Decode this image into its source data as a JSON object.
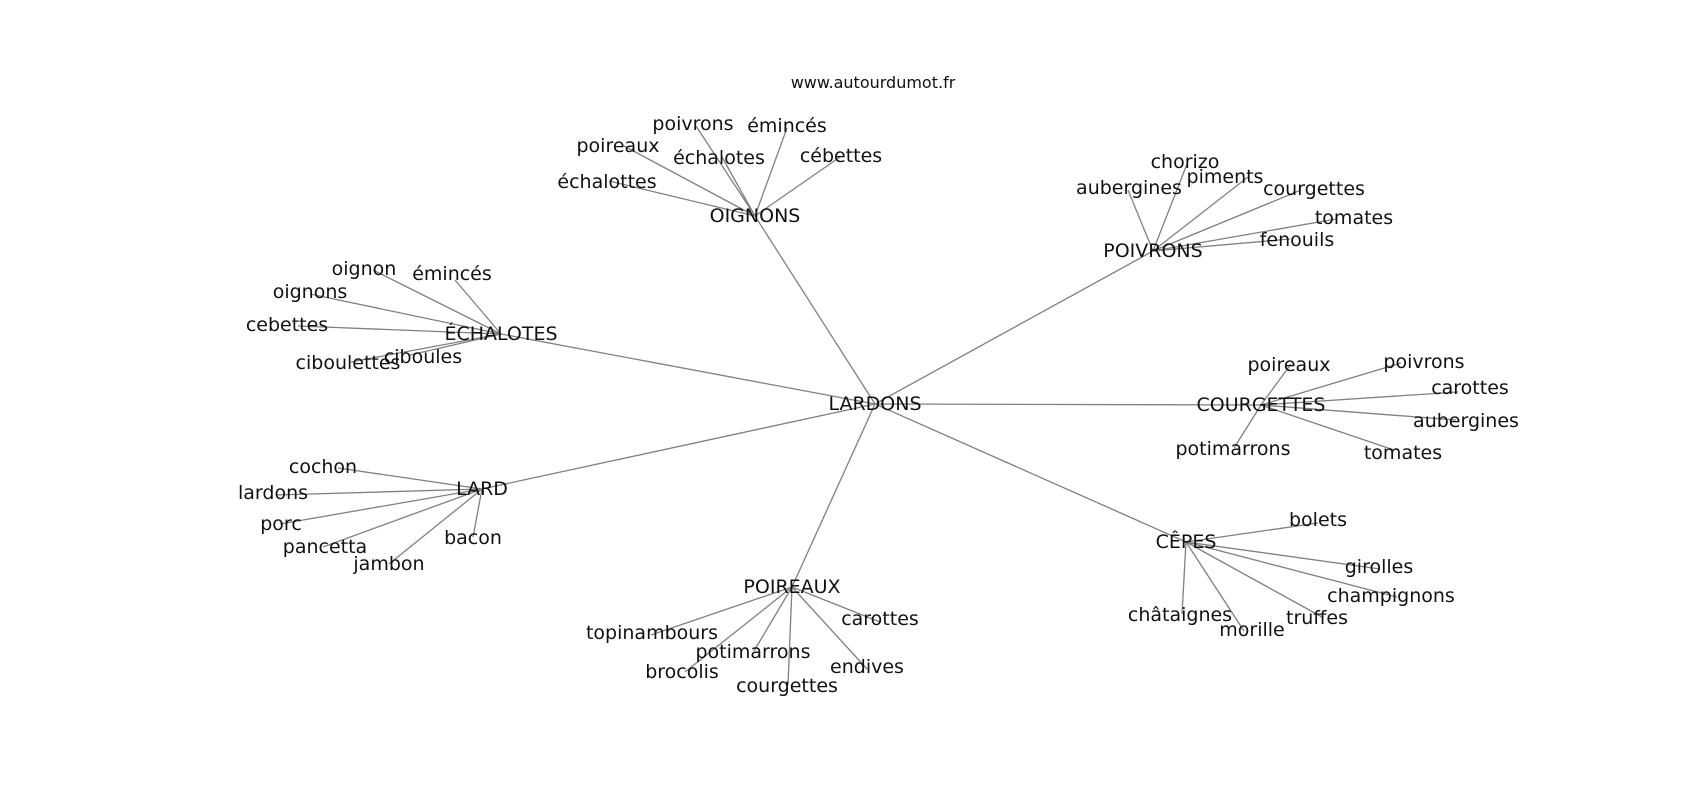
{
  "source": "www.autourdumot.fr",
  "graph": {
    "root": "LARDONS",
    "clusters": [
      {
        "label": "OIGNONS",
        "children": [
          "poivrons",
          "émincés",
          "poireaux",
          "échalotes",
          "cébettes",
          "échalottes"
        ]
      },
      {
        "label": "POIVRONS",
        "children": [
          "chorizo",
          "aubergines",
          "piments",
          "courgettes",
          "tomates",
          "fenouils"
        ]
      },
      {
        "label": "ÉCHALOTES",
        "children": [
          "oignon",
          "émincés",
          "oignons",
          "cebettes",
          "ciboules",
          "ciboulettes"
        ]
      },
      {
        "label": "COURGETTES",
        "children": [
          "poireaux",
          "poivrons",
          "carottes",
          "aubergines",
          "potimarrons",
          "tomates"
        ]
      },
      {
        "label": "LARD",
        "children": [
          "cochon",
          "lardons",
          "porc",
          "pancetta",
          "bacon",
          "jambon"
        ]
      },
      {
        "label": "CÊPES",
        "children": [
          "bolets",
          "girolles",
          "champignons",
          "châtaignes",
          "truffes",
          "morille"
        ]
      },
      {
        "label": "POIREAUX",
        "children": [
          "carottes",
          "topinambours",
          "potimarrons",
          "endives",
          "brocolis",
          "courgettes"
        ]
      }
    ]
  }
}
